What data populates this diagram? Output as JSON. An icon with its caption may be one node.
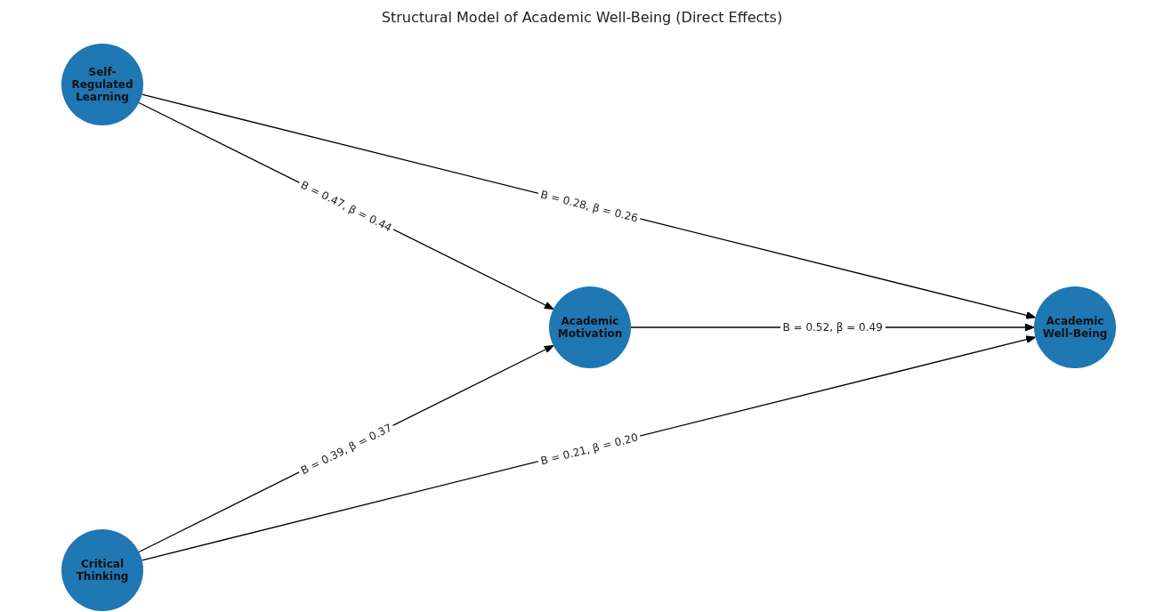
{
  "diagram": {
    "title": "Structural Model of Academic Well-Being (Direct Effects)",
    "nodes": [
      {
        "text": [
          "Self-Regulated Learning"
        ]
      },
      {
        "text": [
          "Academic Motivation"
        ]
      },
      {
        "text": [
          "Academic Well-Being"
        ]
      },
      {
        "text": [
          "Critical Thinking"
        ]
      }
    ],
    "edges": [
      {
        "from": 0,
        "to": 1,
        "arrow": "to",
        "label": "B = 0.47, β = 0.44"
      },
      {
        "from": 0,
        "to": 2,
        "arrow": "to",
        "label": "B = 0.28, β = 0.26"
      },
      {
        "from": 1,
        "to": 2,
        "arrow": "to",
        "label": "B = 0.52, β = 0.49"
      },
      {
        "from": 3,
        "to": 1,
        "arrow": "to",
        "label": "B = 0.39, β = 0.37"
      },
      {
        "from": 3,
        "to": 2,
        "arrow": "to",
        "label": "B = 0.21, β = 0.20"
      }
    ]
  }
}
